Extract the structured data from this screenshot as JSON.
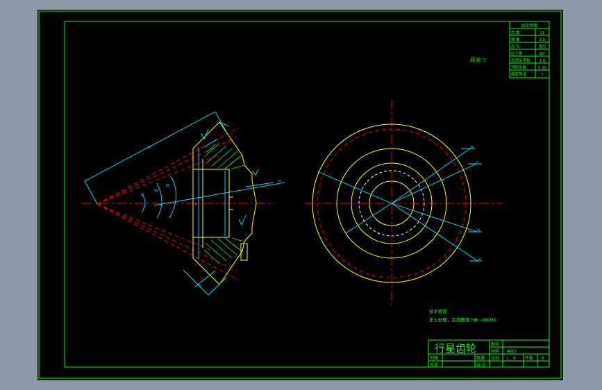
{
  "title_block": {
    "title": "行星齿轮",
    "label_1": "图号",
    "label_2": "材料",
    "material": "40Cr",
    "label_3": "比例",
    "scale": "1 . 4",
    "label_4": "件数",
    "quantity": "8",
    "label_5": "数量",
    "label_6": "共 张",
    "label_7": "制图",
    "label_8": "审核"
  },
  "param_table": {
    "header": "齿轮参数",
    "rows": [
      {
        "name": "齿 数",
        "value": "11"
      },
      {
        "name": "模 数",
        "value": "3.5"
      },
      {
        "name": "齿 形",
        "value": "直齿"
      },
      {
        "name": "压力角",
        "value": "20°"
      },
      {
        "name": "齿顶高系数",
        "value": "1.0"
      },
      {
        "name": "顶隙系数",
        "value": "0.25"
      },
      {
        "name": "精度等级",
        "value": "7"
      }
    ]
  },
  "surface_note": "其余 ▽",
  "tech_req": {
    "heading": "技术要求",
    "line": "正火处理，齿面硬度 HB~260HB"
  },
  "colors": {
    "frame": "#00ff00",
    "outline": "#ffff00",
    "centerline": "#ff0000",
    "dimension": "#00e5ff",
    "hidden": "#ffffff"
  }
}
